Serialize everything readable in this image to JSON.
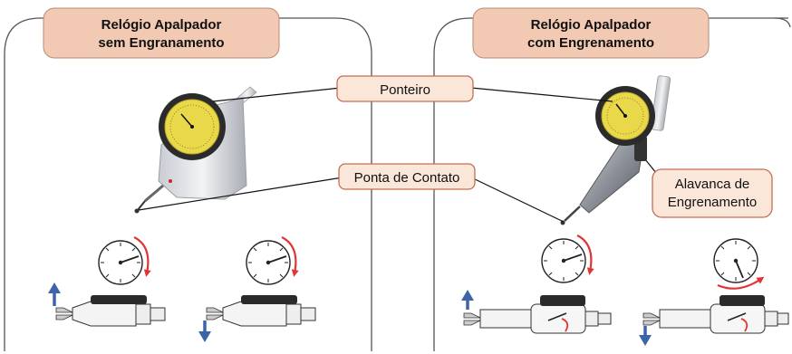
{
  "panels": [
    {
      "title_line1": "Relógio Apalpador",
      "title_line2": "sem Engranamento"
    },
    {
      "title_line1": "Relógio Apalpador",
      "title_line2": "com Engrenamento"
    }
  ],
  "callouts": {
    "pointer": "Ponteiro",
    "contact_tip": "Ponta de Contato",
    "engagement_lever_line1": "Alavanca de",
    "engagement_lever_line2": "Engrenamento"
  },
  "colors": {
    "title_fill": "#f2c9b3",
    "callout_fill": "#fbe6da",
    "callout_stroke": "#c26f52",
    "arrow_red": "#e23434",
    "arrow_blue": "#3e64a8",
    "dial_yellow": "#e8d84a",
    "panel_border": "#555555"
  },
  "icons": [
    "dial-gauge-icon",
    "arrow-up-icon",
    "arrow-down-icon",
    "rotation-arrow-icon"
  ]
}
